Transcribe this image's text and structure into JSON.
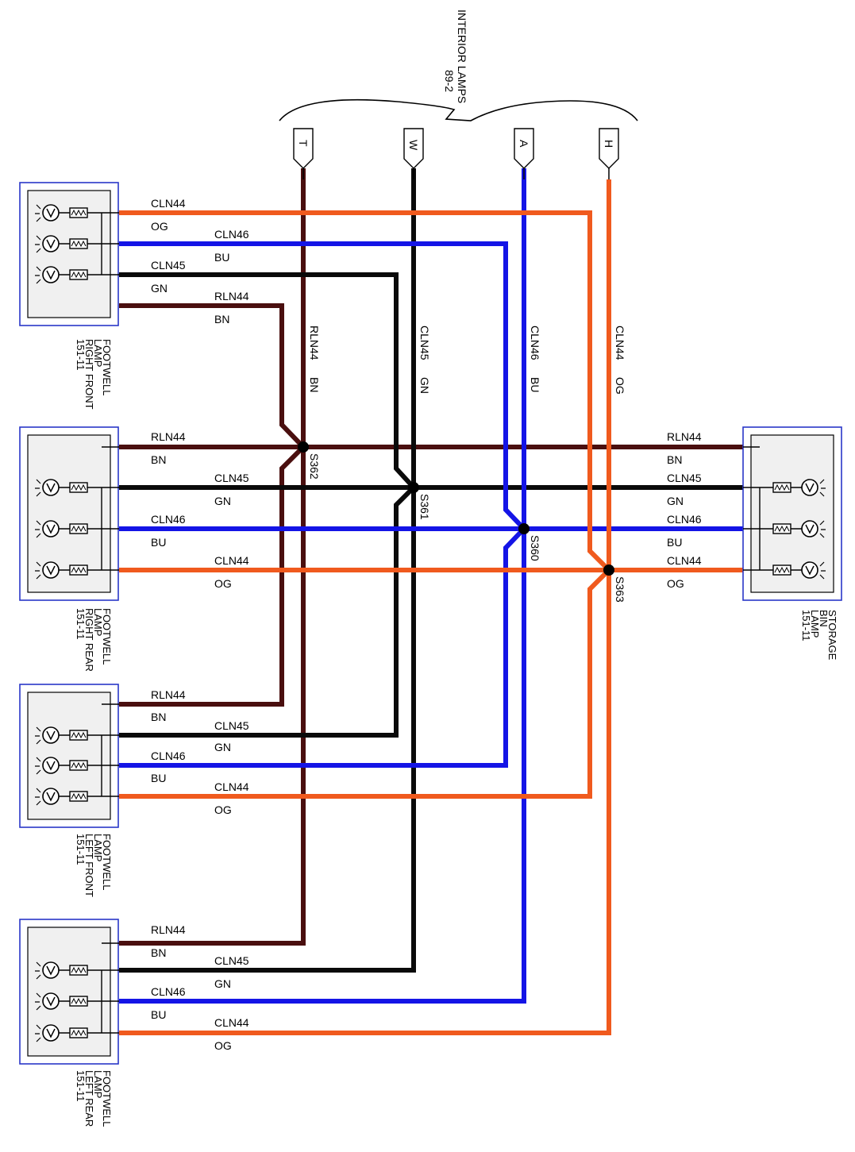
{
  "colors": {
    "OG": "#f05a1e",
    "BU": "#1414e6",
    "GN": "#0a0a0a",
    "BN": "#4a0f0f",
    "module_border": "#2a37c8",
    "module_fill": "#f0f0f0"
  },
  "header": {
    "title": "INTERIOR LAMPS",
    "ref": "89-2",
    "pins": [
      "T",
      "W",
      "A",
      "H"
    ]
  },
  "vertical_labels": [
    {
      "circuit": "RLN44",
      "color": "BN"
    },
    {
      "circuit": "CLN45",
      "color": "GN"
    },
    {
      "circuit": "CLN46",
      "color": "BU"
    },
    {
      "circuit": "CLN44",
      "color": "OG"
    }
  ],
  "splices": [
    "S362",
    "S361",
    "S360",
    "S363"
  ],
  "modules": {
    "right_front": {
      "caption": [
        "FOOTWELL",
        "LAMP",
        "RIGHT FRONT",
        "151-11"
      ],
      "wires": [
        {
          "circuit": "CLN44",
          "color": "OG"
        },
        {
          "circuit": "CLN46",
          "color": "BU"
        },
        {
          "circuit": "CLN45",
          "color": "GN"
        },
        {
          "circuit": "RLN44",
          "color": "BN"
        }
      ]
    },
    "right_rear": {
      "caption": [
        "FOOTWELL",
        "LAMP",
        "RIGHT REAR",
        "151-11"
      ],
      "wires": [
        {
          "circuit": "RLN44",
          "color": "BN"
        },
        {
          "circuit": "CLN45",
          "color": "GN"
        },
        {
          "circuit": "CLN46",
          "color": "BU"
        },
        {
          "circuit": "CLN44",
          "color": "OG"
        }
      ]
    },
    "left_front": {
      "caption": [
        "FOOTWELL",
        "LAMP",
        "LEFT FRONT",
        "151-11"
      ],
      "wires": [
        {
          "circuit": "RLN44",
          "color": "BN"
        },
        {
          "circuit": "CLN45",
          "color": "GN"
        },
        {
          "circuit": "CLN46",
          "color": "BU"
        },
        {
          "circuit": "CLN44",
          "color": "OG"
        }
      ]
    },
    "left_rear": {
      "caption": [
        "FOOTWELL",
        "LAMP",
        "LEFT REAR",
        "151-11"
      ],
      "wires": [
        {
          "circuit": "RLN44",
          "color": "BN"
        },
        {
          "circuit": "CLN45",
          "color": "GN"
        },
        {
          "circuit": "CLN46",
          "color": "BU"
        },
        {
          "circuit": "CLN44",
          "color": "OG"
        }
      ]
    },
    "storage_bin": {
      "caption": [
        "STORAGE",
        "BIN",
        "LAMP",
        "151-11"
      ],
      "wires": [
        {
          "circuit": "RLN44",
          "color": "BN"
        },
        {
          "circuit": "CLN45",
          "color": "GN"
        },
        {
          "circuit": "CLN46",
          "color": "BU"
        },
        {
          "circuit": "CLN44",
          "color": "OG"
        }
      ]
    }
  }
}
